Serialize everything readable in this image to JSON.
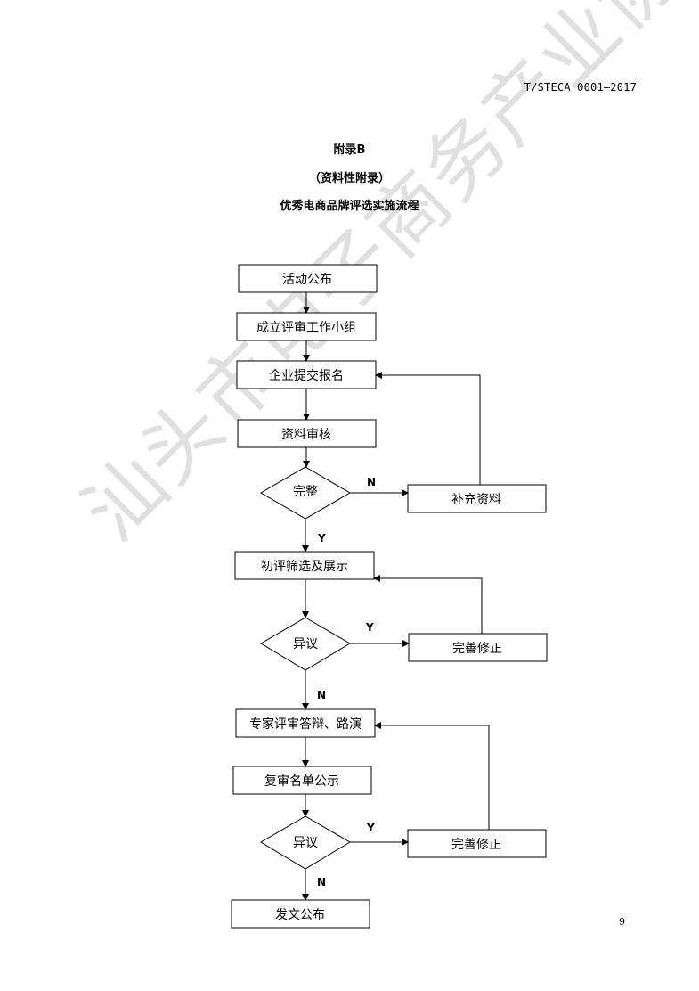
{
  "header": {
    "standard_code": "T/STECA 0001—2017"
  },
  "appendix": {
    "title": "附录B",
    "type": "（资料性附录）",
    "name": "优秀电商品牌评选实施流程"
  },
  "flowchart": {
    "steps": {
      "publish_activity": "活动公布",
      "form_group": "成立评审工作小组",
      "submit_registration": "企业提交报名",
      "review_materials": "资料审核",
      "complete_check": "完整",
      "supplement_materials": "补充资料",
      "preliminary_selection": "初评筛选及展示",
      "objection_1": "异议",
      "improve_1": "完善修正",
      "expert_review": "专家评审答辩、路演",
      "announce_list": "复审名单公示",
      "objection_2": "异议",
      "improve_2": "完善修正",
      "publish_result": "发文公布"
    },
    "labels": {
      "complete_no": "N",
      "complete_yes": "Y",
      "objection1_yes": "Y",
      "objection1_no": "N",
      "objection2_yes": "Y",
      "objection2_no": "N"
    }
  },
  "watermark": "汕头市电子商务产业协会",
  "page_number": "9"
}
